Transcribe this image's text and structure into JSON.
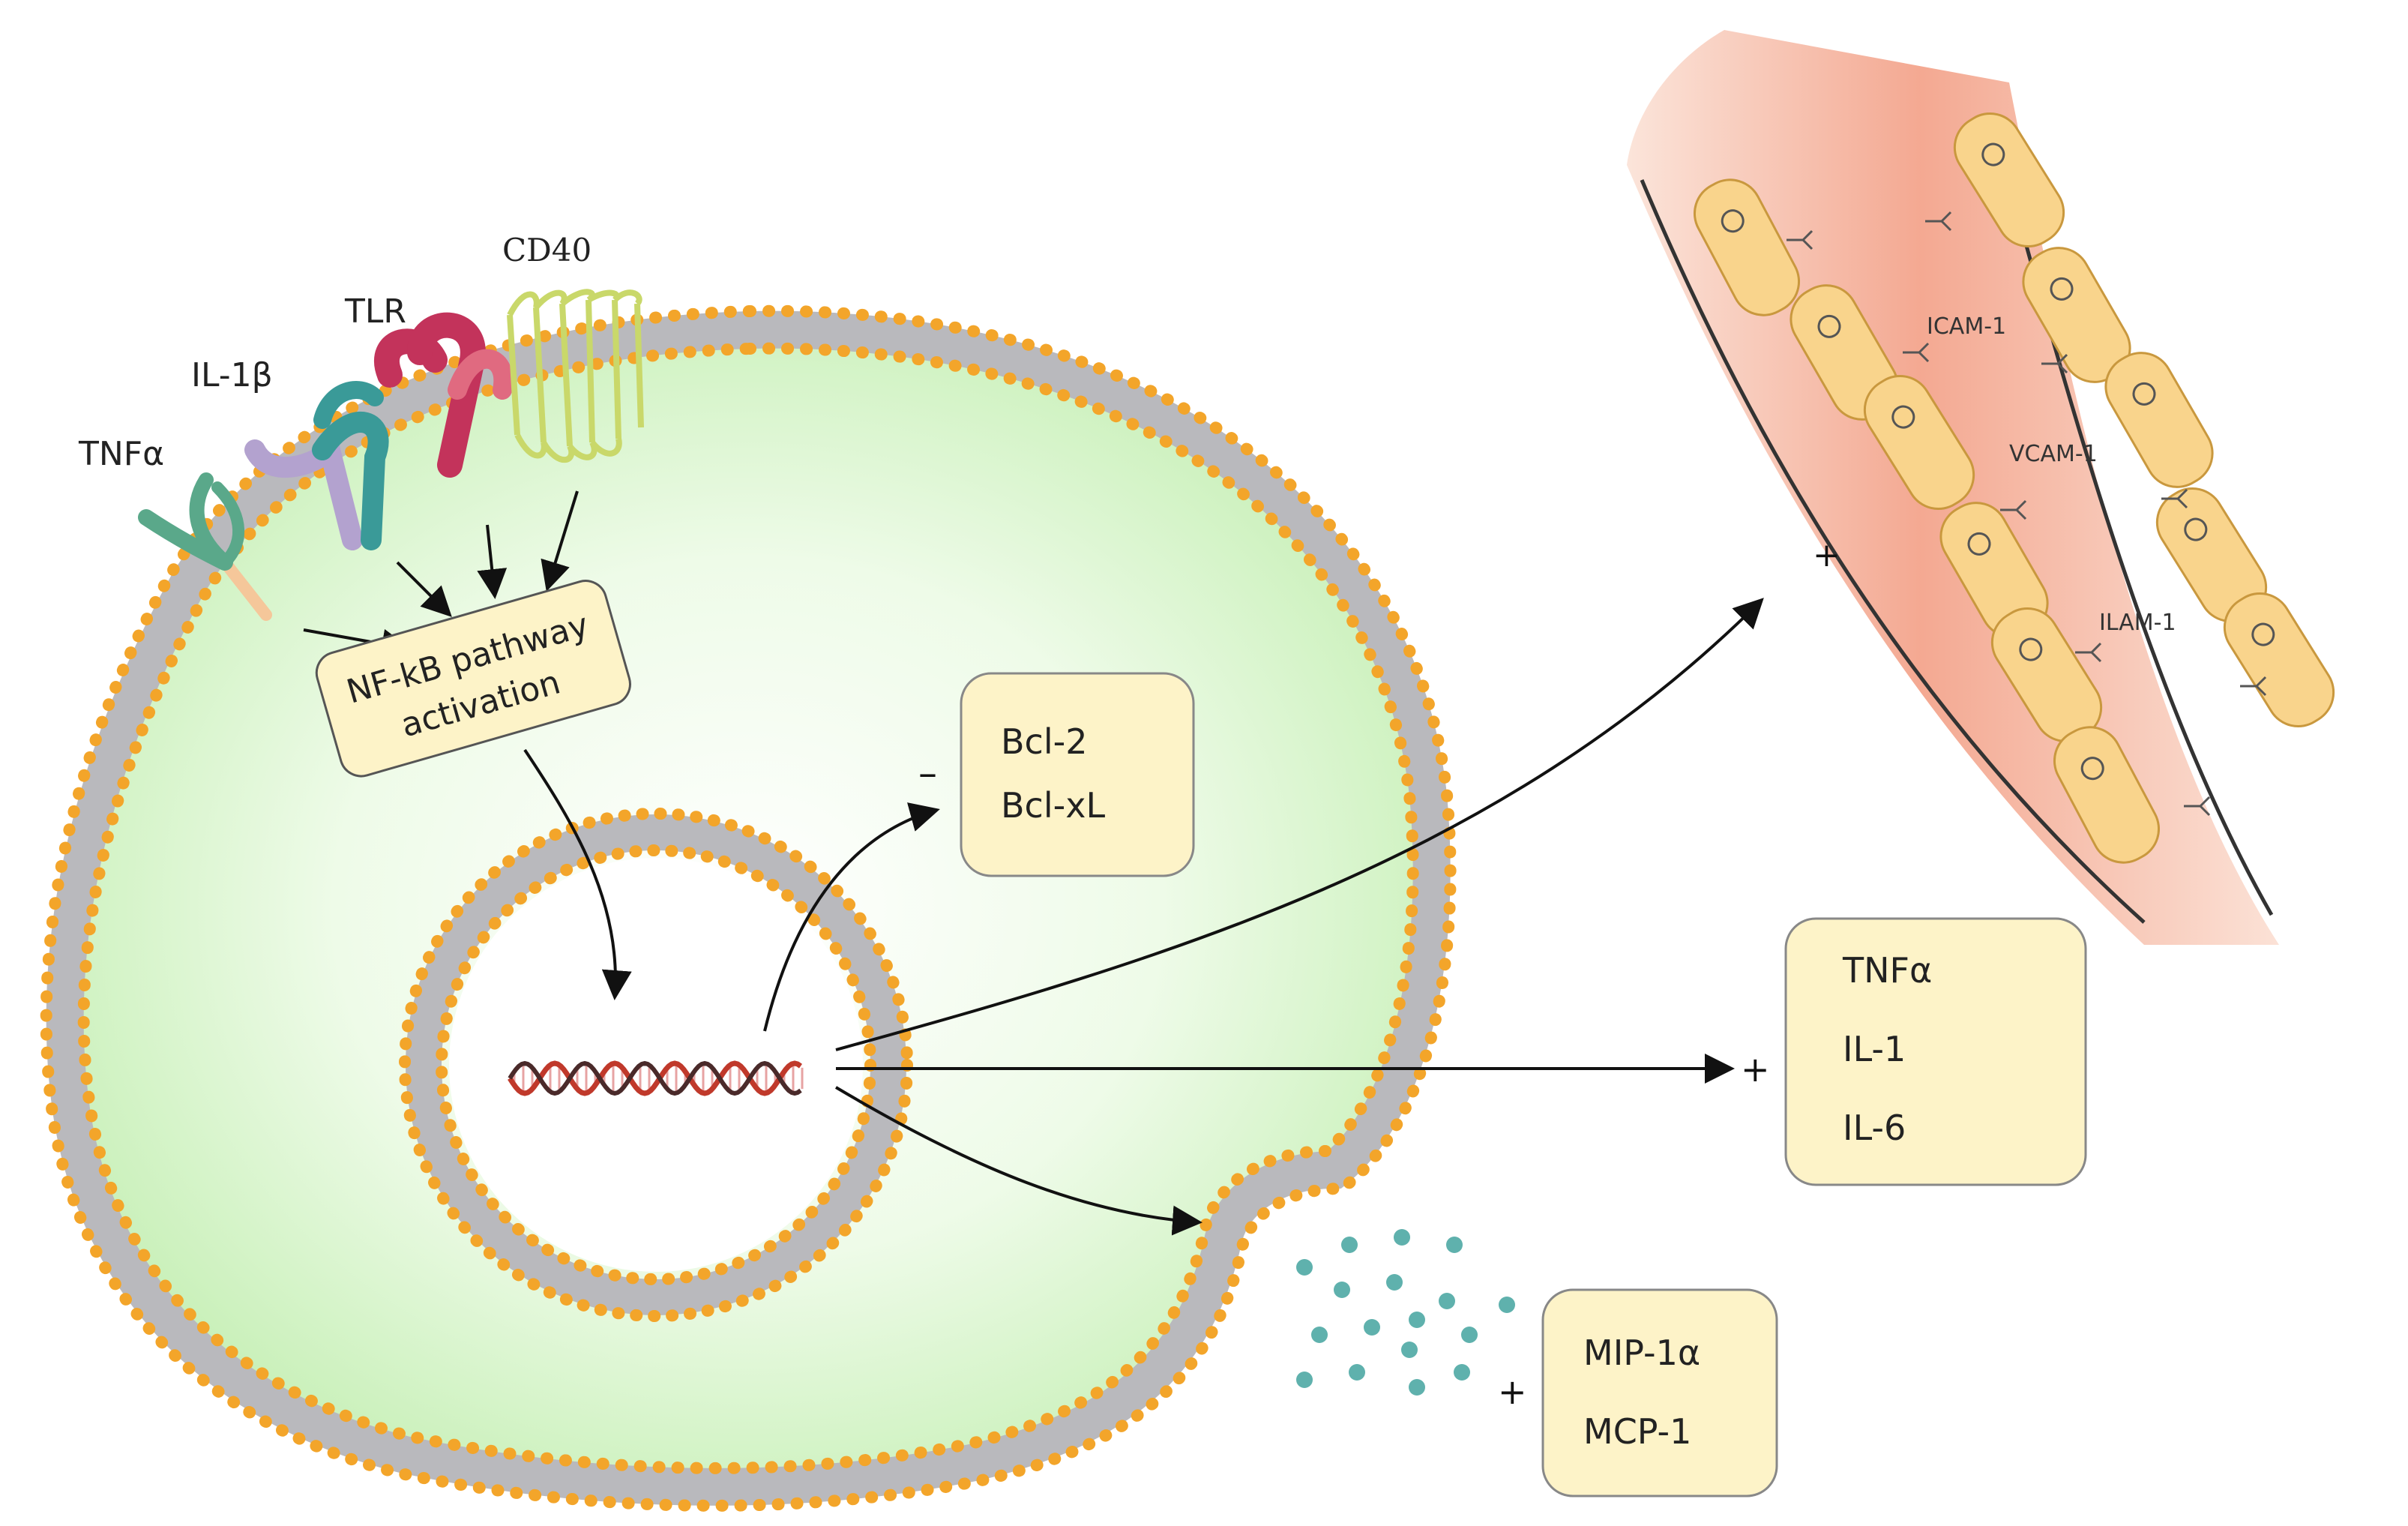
{
  "receptors": {
    "tnfa": "TNFα",
    "il1b": "IL-1β",
    "tlr": "TLR",
    "cd40": "CD40"
  },
  "pathway": {
    "line1": "NF-kB pathway",
    "line2": "activation"
  },
  "apoptosis_box": {
    "sign": "–",
    "items": [
      "Bcl-2",
      "Bcl-xL"
    ]
  },
  "cytokine_box": {
    "sign": "+",
    "items": [
      "TNFα",
      "IL-1",
      "IL-6"
    ]
  },
  "chemokine_box": {
    "sign": "+",
    "items": [
      "MIP-1α",
      "MCP-1"
    ]
  },
  "vessel": {
    "sign": "+",
    "labels": [
      "ICAM-1",
      "VCAM-1",
      "ILAM-1"
    ]
  },
  "colors": {
    "cytoplasm": "#d9f7cf",
    "membrane_head": "#f3a52a",
    "box_fill": "#fdf3c8",
    "vessel": "#f2a58c",
    "endothelial": "#f9d48c",
    "secreted_dot": "#5fb1ad"
  }
}
